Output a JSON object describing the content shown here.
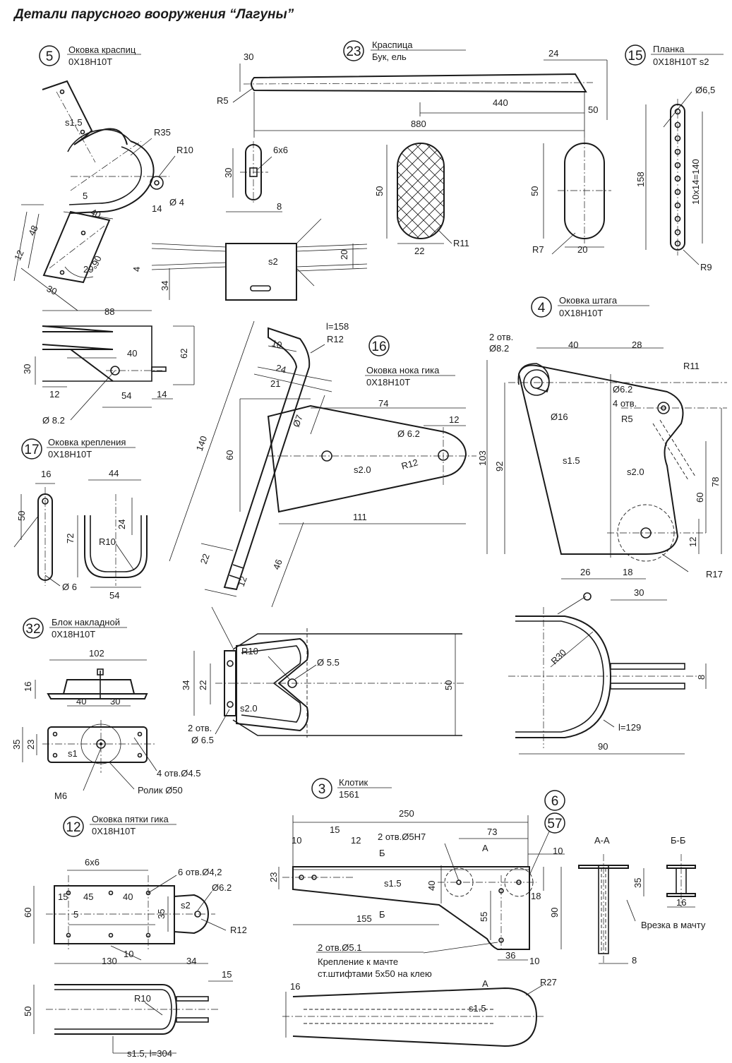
{
  "title": "Детали парусного вооружения “Лагуны”",
  "parts": [
    {
      "id": "p5",
      "number": "5",
      "name": "Оковка краспиц",
      "material": "0Х18Н10Т"
    },
    {
      "id": "p23",
      "number": "23",
      "name": "Краспица",
      "material": "Бук, ель"
    },
    {
      "id": "p15",
      "number": "15",
      "name": "Планка",
      "material": "0Х18Н10Т s2"
    },
    {
      "id": "p4",
      "number": "4",
      "name": "Оковка штага",
      "material": "0Х18Н10Т"
    },
    {
      "id": "p16",
      "number": "16",
      "name": "Оковка нока гика",
      "material": "0Х18Н10Т"
    },
    {
      "id": "p17",
      "number": "17",
      "name": "Оковка крепления",
      "material": "0Х18Н10Т"
    },
    {
      "id": "p32",
      "number": "32",
      "name": "Блок накладной",
      "material": "0Х18Н10Т"
    },
    {
      "id": "p3",
      "number": "3",
      "name": "Клотик",
      "material": "1561"
    },
    {
      "id": "p6",
      "number": "6",
      "name": "",
      "material": ""
    },
    {
      "id": "p57",
      "number": "57",
      "name": "",
      "material": ""
    },
    {
      "id": "p12",
      "number": "12",
      "name": "Оковка пятки гика",
      "material": "0Х18Н10Т"
    }
  ],
  "dims": {
    "p5": [
      "s1.5",
      "R35",
      "R10",
      "5",
      "40",
      "14",
      "Ø 4",
      "48",
      "12",
      "30",
      "29°",
      "90",
      "88",
      "30",
      "40",
      "62",
      "12",
      "54",
      "14",
      "Ø 8.2",
      "s2",
      "20",
      "4",
      "34"
    ],
    "p23": [
      "30",
      "R5",
      "24",
      "440",
      "50",
      "880",
      "6x6",
      "30",
      "8",
      "50",
      "22",
      "R11",
      "50",
      "R7",
      "20"
    ],
    "p15": [
      "Ø6,5",
      "158",
      "10х14=140",
      "R9"
    ],
    "p16": [
      "l=158",
      "R12",
      "10",
      "24",
      "21",
      "Ø7",
      "74",
      "12",
      "Ø 6.2",
      "R12",
      "60",
      "s2.0",
      "111",
      "140",
      "22",
      "12",
      "46",
      "R10",
      "Ø 5.5",
      "34",
      "22",
      "50",
      "s2.0",
      "2 отв.",
      "Ø 6.5"
    ],
    "p4": [
      "2 отв.",
      "Ø8.2",
      "40",
      "28",
      "R11",
      "Ø16",
      "Ø6.2",
      "4 отв.",
      "R5",
      "103",
      "92",
      "s1.5",
      "s2.0",
      "78",
      "60",
      "12",
      "26",
      "18",
      "R17",
      "30",
      "R30",
      "8",
      "l=129",
      "90"
    ],
    "p17": [
      "16",
      "50",
      "44",
      "72",
      "24",
      "R10",
      "Ø 6",
      "54"
    ],
    "p32": [
      "102",
      "16",
      "40",
      "30",
      "35",
      "23",
      "s1",
      "4 отв.Ø4.5",
      "M6",
      "Ролик  Ø50"
    ],
    "p3": [
      "250",
      "15",
      "73",
      "10",
      "12",
      "2 отв.Ø5H7",
      "Б",
      "А",
      "10",
      "23",
      "s1.5",
      "40",
      "18",
      "155",
      "Б",
      "55",
      "90",
      "36",
      "10",
      "2 отв.Ø5.1",
      "Крепление к мачте",
      "ст.штифтами 5х50 на клею",
      "А",
      "R27",
      "16",
      "s1.5",
      "А-А",
      "Б-Б",
      "35",
      "16",
      "Врезка в мачту",
      "8"
    ],
    "p12": [
      "6х6",
      "6 отв.Ø4,2",
      "15",
      "45",
      "40",
      "Ø6.2",
      "60",
      "5",
      "35",
      "s2",
      "R12",
      "10",
      "130",
      "34",
      "15",
      "50",
      "R10",
      "s1.5, l=304"
    ]
  }
}
